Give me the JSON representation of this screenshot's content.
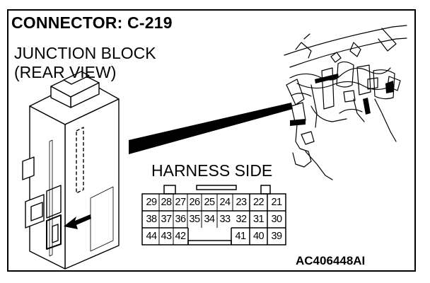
{
  "title": "CONNECTOR: C-219",
  "component_line1": "JUNCTION BLOCK",
  "component_line2": "(REAR VIEW)",
  "connector_side": "HARNESS SIDE",
  "figure_code": "AC406448AI",
  "connector_pins": {
    "row1": [
      "29",
      "28",
      "27",
      "26",
      "25",
      "24",
      "23",
      "22",
      "21"
    ],
    "row2": [
      "38",
      "37",
      "36",
      "35",
      "34",
      "33",
      "32",
      "31",
      "30"
    ],
    "row3": [
      "44",
      "43",
      "42",
      "41",
      "40",
      "39"
    ]
  }
}
